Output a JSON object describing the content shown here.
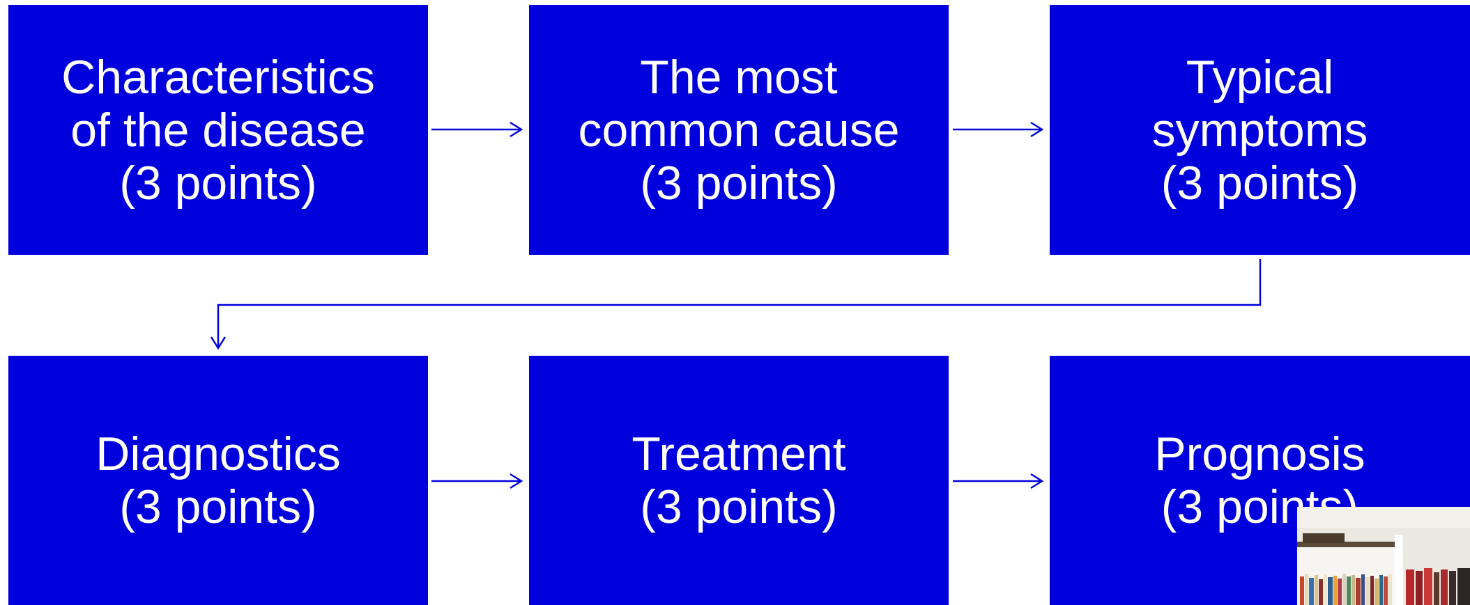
{
  "diagram": {
    "boxes": [
      {
        "id": "b1",
        "lines": [
          "Characteristics",
          "of the disease",
          "(3 points)"
        ]
      },
      {
        "id": "b2",
        "lines": [
          "The most",
          "common cause",
          "(3 points)"
        ]
      },
      {
        "id": "b3",
        "lines": [
          "Typical",
          "symptoms",
          "(3 points)"
        ]
      },
      {
        "id": "b4",
        "lines": [
          "Diagnostics",
          "(3 points)"
        ]
      },
      {
        "id": "b5",
        "lines": [
          "Treatment",
          "(3 points)"
        ]
      },
      {
        "id": "b6",
        "lines": [
          "Prognosis",
          "(3 points)"
        ]
      }
    ],
    "box_color": "#0000dd",
    "text_color": "#ffffff"
  },
  "overlay": {
    "icon": "webcam-bookshelf-thumbnail"
  }
}
